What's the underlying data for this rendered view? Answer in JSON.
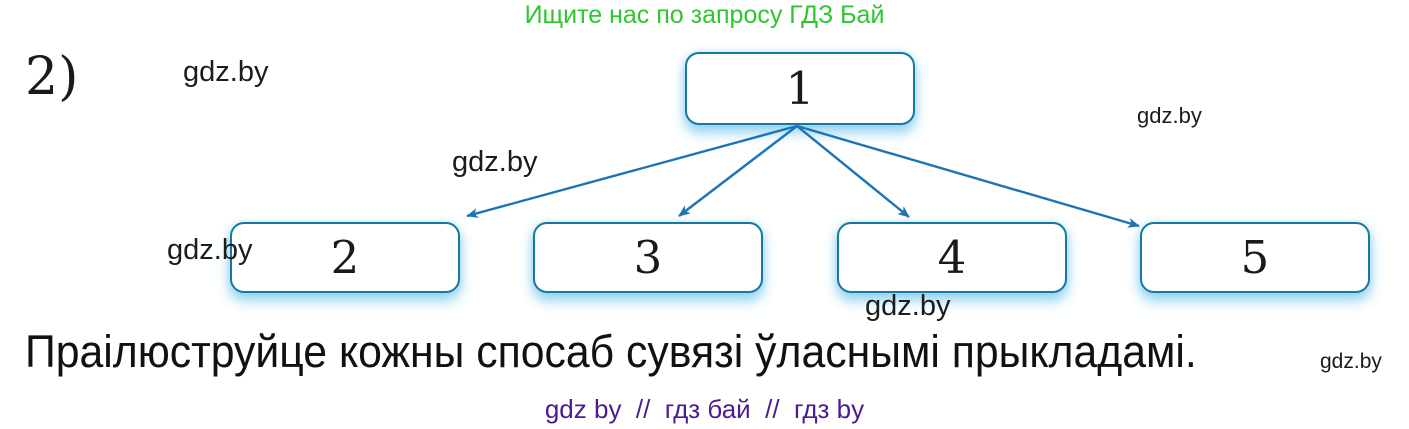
{
  "promo": {
    "text": "Ищите нас по запросу ГДЗ Бай",
    "color": "#2ec52e"
  },
  "exercise": {
    "number": "2)"
  },
  "diagram": {
    "root": {
      "label": "1"
    },
    "children": [
      {
        "label": "2"
      },
      {
        "label": "3"
      },
      {
        "label": "4"
      },
      {
        "label": "5"
      }
    ],
    "border_color": "#15799f",
    "arrow_color": "#1b74b6",
    "glow_color": "#bfe4f5"
  },
  "task": {
    "text": "Праілюструйце кожны спосаб сувязі ўласнымі прыкладамі."
  },
  "watermark": {
    "label": "gdz.by"
  },
  "footer": {
    "text": "gdz by  //  гдз бай  //  гдз by",
    "color": "#4c1b92"
  }
}
